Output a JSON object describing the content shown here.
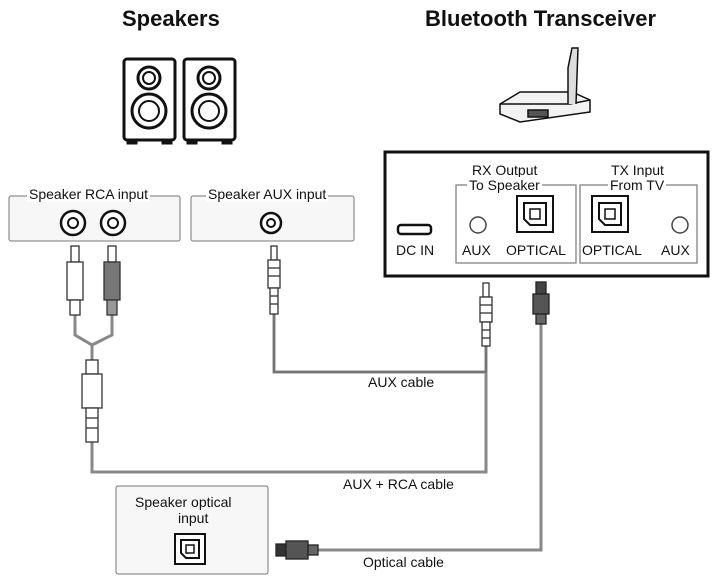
{
  "titles": {
    "speakers": "Speakers",
    "transceiver": "Bluetooth Transceiver"
  },
  "speaker_inputs": {
    "rca": "Speaker RCA input",
    "aux": "Speaker AUX input",
    "optical_line1": "Speaker optical",
    "optical_line2": "input"
  },
  "transceiver_panel": {
    "rx_output_line1": "RX Output",
    "rx_output_line2": "To Speaker",
    "tx_input_line1": "TX Input",
    "tx_input_line2": "From TV",
    "dc_in": "DC IN",
    "aux_left": "AUX",
    "optical_left": "OPTICAL",
    "optical_right": "OPTICAL",
    "aux_right": "AUX"
  },
  "cables": {
    "aux": "AUX cable",
    "aux_rca": "AUX + RCA cable",
    "optical": "Optical cable"
  }
}
